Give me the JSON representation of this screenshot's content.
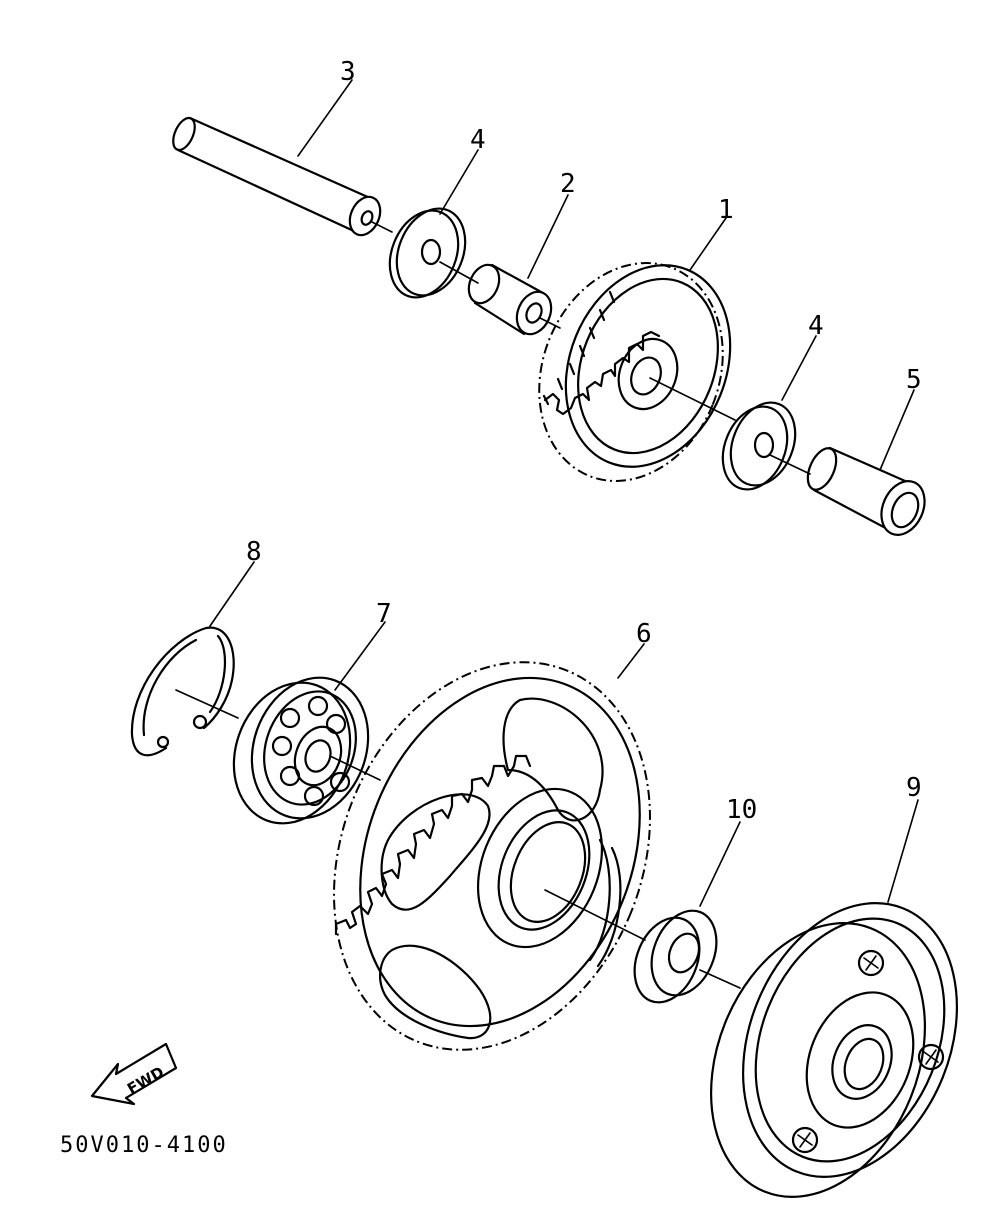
{
  "diagram_code": "50V010-4100",
  "direction_label": "FWD",
  "callouts": [
    {
      "id": "1",
      "part": "gear-with-teeth"
    },
    {
      "id": "2",
      "part": "bushing"
    },
    {
      "id": "3",
      "part": "shaft"
    },
    {
      "id": "4a",
      "label": "4",
      "part": "washer-upper"
    },
    {
      "id": "4b",
      "label": "4",
      "part": "washer-lower"
    },
    {
      "id": "5",
      "part": "collar"
    },
    {
      "id": "6",
      "part": "large-ring-gear"
    },
    {
      "id": "7",
      "part": "ball-bearing"
    },
    {
      "id": "8",
      "part": "circlip"
    },
    {
      "id": "9",
      "part": "clutch-assembly"
    },
    {
      "id": "10",
      "part": "spacer-washer"
    }
  ],
  "labels": {
    "c1": "1",
    "c2": "2",
    "c3": "3",
    "c4a": "4",
    "c4b": "4",
    "c5": "5",
    "c6": "6",
    "c7": "7",
    "c8": "8",
    "c9": "9",
    "c10": "10"
  }
}
